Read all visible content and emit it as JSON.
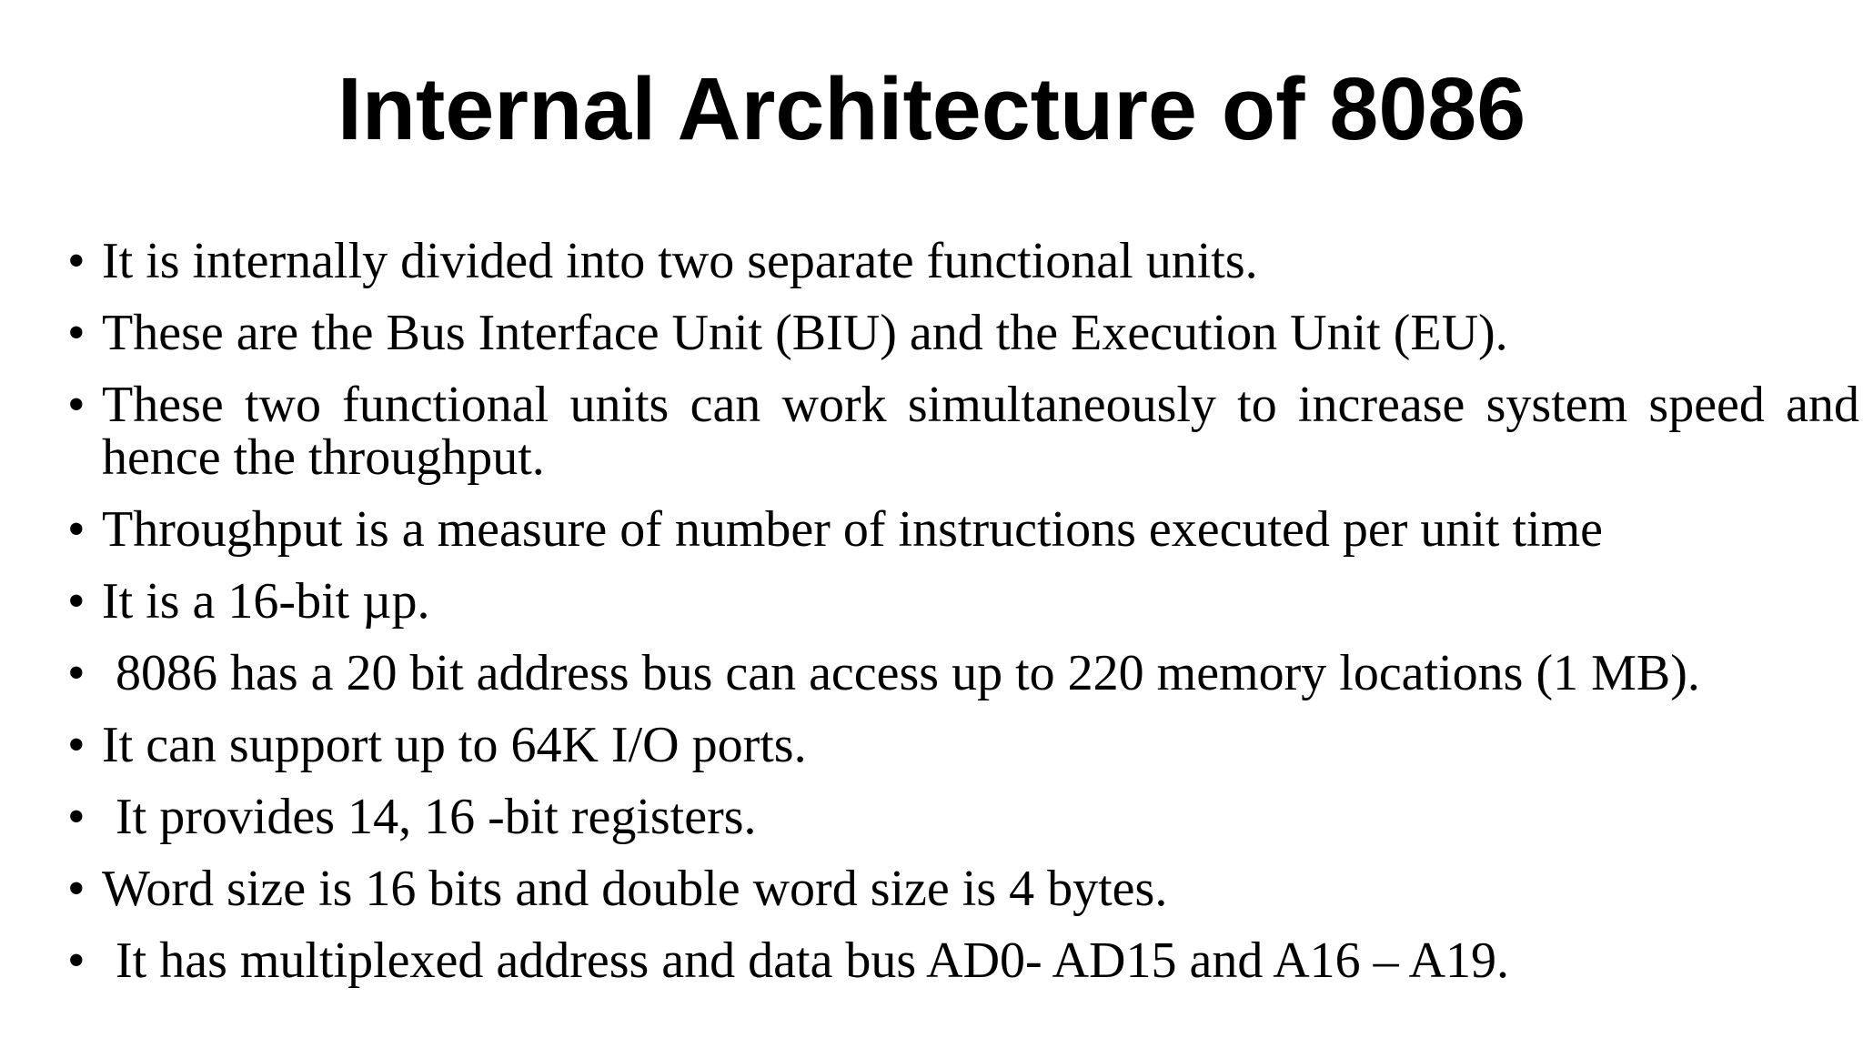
{
  "slide": {
    "title": "Internal Architecture of 8086",
    "bullet_char": "•",
    "bullets": [
      "It is internally divided into two separate functional units.",
      "These are the Bus Interface Unit (BIU) and the Execution Unit (EU).",
      "These two functional units can work simultaneously to increase system speed and hence the throughput.",
      "Throughput is a measure of number of instructions executed per unit time",
      "It is a 16-bit µp.",
      "8086 has a 20 bit address bus can access up to 220 memory locations (1 MB).",
      "It can support up to 64K I/O ports.",
      "It provides 14, 16 -bit registers.",
      "Word size is 16 bits and double word size is 4 bytes.",
      "It has multiplexed address and data bus AD0- AD15 and A16 – A19."
    ]
  }
}
